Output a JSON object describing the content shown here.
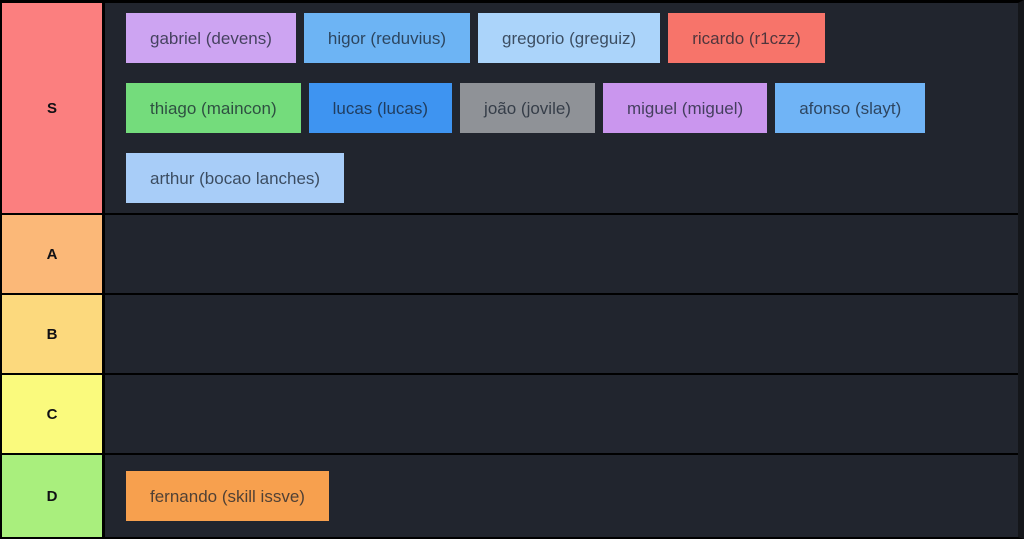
{
  "tierlist": {
    "row_background": "#21252e",
    "separator_color": "#000000",
    "tiers": [
      {
        "label": "S",
        "color": "#fb7f7f",
        "lines": [
          [
            {
              "label": "gabriel (devens)",
              "color": "#cda4f2"
            },
            {
              "label": "higor (reduvius)",
              "color": "#6db4f4"
            },
            {
              "label": "gregorio (greguiz)",
              "color": "#abd4fa"
            },
            {
              "label": "ricardo (r1czz)",
              "color": "#f7746a"
            }
          ],
          [
            {
              "label": "thiago (maincon)",
              "color": "#74dc7c"
            },
            {
              "label": "lucas (lucas)",
              "color": "#3e94f1"
            },
            {
              "label": "joão (jovile)",
              "color": "#8f9297"
            },
            {
              "label": "miguel (miguel)",
              "color": "#ca96ee"
            },
            {
              "label": "afonso (slayt)",
              "color": "#70b4f6"
            }
          ],
          [
            {
              "label": "arthur (bocao lanches)",
              "color": "#a8cdf8"
            }
          ]
        ]
      },
      {
        "label": "A",
        "color": "#fbb878",
        "lines": []
      },
      {
        "label": "B",
        "color": "#fcd97d",
        "lines": []
      },
      {
        "label": "C",
        "color": "#fafa7d",
        "lines": []
      },
      {
        "label": "D",
        "color": "#a9ef7d",
        "lines": [
          [
            {
              "label": "fernando (skill issve)",
              "color": "#f7a04e"
            }
          ]
        ]
      }
    ]
  }
}
